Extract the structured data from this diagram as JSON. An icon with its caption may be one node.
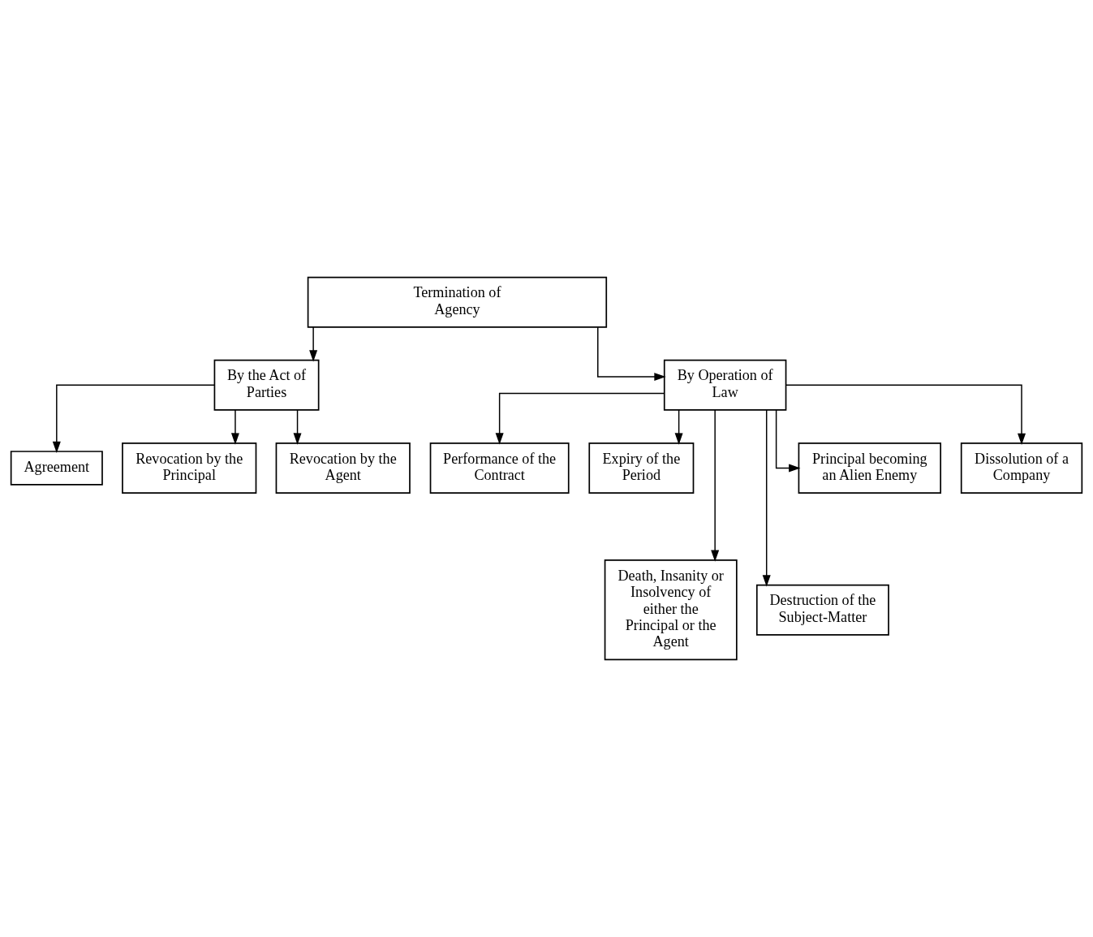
{
  "diagram": {
    "nodes": [
      {
        "text": [
          "Termination of Agency"
        ]
      },
      {
        "text": [
          "By the Act of Parties"
        ]
      },
      {
        "text": [
          "By Operation of Law"
        ]
      },
      {
        "text": [
          "Agreement"
        ]
      },
      {
        "text": [
          "Revocation by the Principal"
        ]
      },
      {
        "text": [
          "Revocation by the Agent"
        ]
      },
      {
        "text": [
          "Performance of the Contract"
        ]
      },
      {
        "text": [
          "Expiry of the Period"
        ]
      },
      {
        "text": [
          "Death, Insanity or Insolvency of either the Principal or the Agent"
        ]
      },
      {
        "text": [
          "Destruction of the Subject-Matter"
        ]
      },
      {
        "text": [
          "Principal becoming an Alien Enemy"
        ]
      },
      {
        "text": [
          "Dissolution of a Company"
        ]
      }
    ],
    "edges": [
      {
        "from": 0,
        "to": 1,
        "arrow": "to"
      },
      {
        "from": 0,
        "to": 2,
        "arrow": "to"
      },
      {
        "from": 1,
        "to": 3,
        "arrow": "to"
      },
      {
        "from": 1,
        "to": 4,
        "arrow": "to"
      },
      {
        "from": 1,
        "to": 5,
        "arrow": "to"
      },
      {
        "from": 2,
        "to": 6,
        "arrow": "to"
      },
      {
        "from": 2,
        "to": 7,
        "arrow": "to"
      },
      {
        "from": 2,
        "to": 8,
        "arrow": "to"
      },
      {
        "from": 2,
        "to": 9,
        "arrow": "to"
      },
      {
        "from": 2,
        "to": 10,
        "arrow": "to"
      },
      {
        "from": 2,
        "to": 11,
        "arrow": "to"
      }
    ]
  }
}
